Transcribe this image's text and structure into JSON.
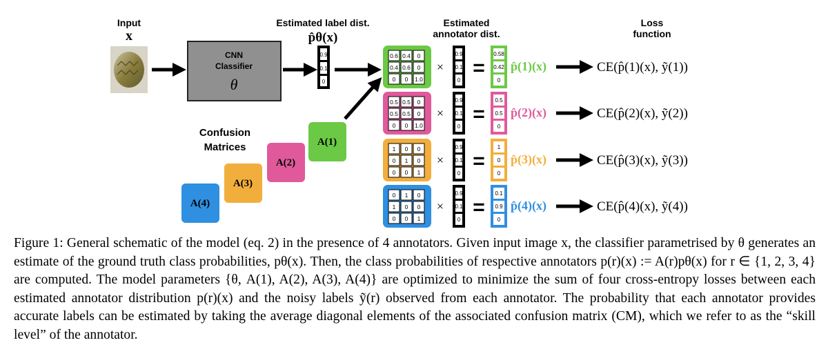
{
  "colors": {
    "annotator_1": "#6bc945",
    "annotator_2": "#e05a9b",
    "annotator_3": "#f2ae3d",
    "annotator_4": "#2f8fe0",
    "cnn_box": "#909090"
  },
  "labels": {
    "input_title": "Input",
    "input_symbol": "x",
    "cnn_line1": "CNN",
    "cnn_line2": "Classifier",
    "cnn_param": "θ",
    "est_label_title": "Estimated label dist.",
    "est_label_symbol": "p̂θ(x)",
    "est_annot_line1": "Estimated",
    "est_annot_line2": "annotator dist.",
    "loss_line1": "Loss",
    "loss_line2": "function",
    "confusion_line1": "Confusion",
    "confusion_line2": "Matrices",
    "times": "×",
    "equals": "="
  },
  "label_vector": [
    "0.9",
    "0.1",
    "0"
  ],
  "confusion_blocks": [
    {
      "label": "A(1)"
    },
    {
      "label": "A(2)"
    },
    {
      "label": "A(3)"
    },
    {
      "label": "A(4)"
    }
  ],
  "annotators": [
    {
      "name": "1",
      "matrix": [
        [
          "0.6",
          "0.4",
          "0"
        ],
        [
          "0.4",
          "0.6",
          "0"
        ],
        [
          "0",
          "0",
          "1.0"
        ]
      ],
      "output": [
        "0.58",
        "0.42",
        "0"
      ],
      "pred": "p̂(1)(x)",
      "loss": "CE(p̂(1)(x), ỹ(1))"
    },
    {
      "name": "2",
      "matrix": [
        [
          "0.5",
          "0.5",
          "0"
        ],
        [
          "0.5",
          "0.5",
          "0"
        ],
        [
          "0",
          "0",
          "1.0"
        ]
      ],
      "output": [
        "0.5",
        "0.5",
        "0"
      ],
      "pred": "p̂(2)(x)",
      "loss": "CE(p̂(2)(x), ỹ(2))"
    },
    {
      "name": "3",
      "matrix": [
        [
          "1",
          "0",
          "0"
        ],
        [
          "0",
          "1",
          "0"
        ],
        [
          "0",
          "0",
          "1"
        ]
      ],
      "output": [
        "1",
        "0",
        "0"
      ],
      "pred": "p̂(3)(x)",
      "loss": "CE(p̂(3)(x), ỹ(3))"
    },
    {
      "name": "4",
      "matrix": [
        [
          "0",
          "1",
          "0"
        ],
        [
          "1",
          "0",
          "0"
        ],
        [
          "0",
          "0",
          "1"
        ]
      ],
      "output": [
        "0.1",
        "0.9",
        "0"
      ],
      "pred": "p̂(4)(x)",
      "loss": "CE(p̂(4)(x), ỹ(4))"
    }
  ],
  "caption": {
    "lead": "Figure 1:",
    "text": "General schematic of the model (eq. 2) in the presence of 4 annotators. Given input image x, the classifier parametrised by θ generates an estimate of the ground truth class probabilities, pθ(x). Then, the class probabilities of respective annotators p(r)(x) := A(r)pθ(x) for r ∈ {1, 2, 3, 4} are computed. The model parameters {θ, A(1), A(2), A(3), A(4)} are optimized to minimize the sum of four cross-entropy losses between each estimated annotator distribution p(r)(x) and the noisy labels ỹ(r) observed from each annotator. The probability that each annotator provides accurate labels can be estimated by taking the average diagonal elements of the associated confusion matrix (CM), which we refer to as the “skill level” of the annotator."
  }
}
